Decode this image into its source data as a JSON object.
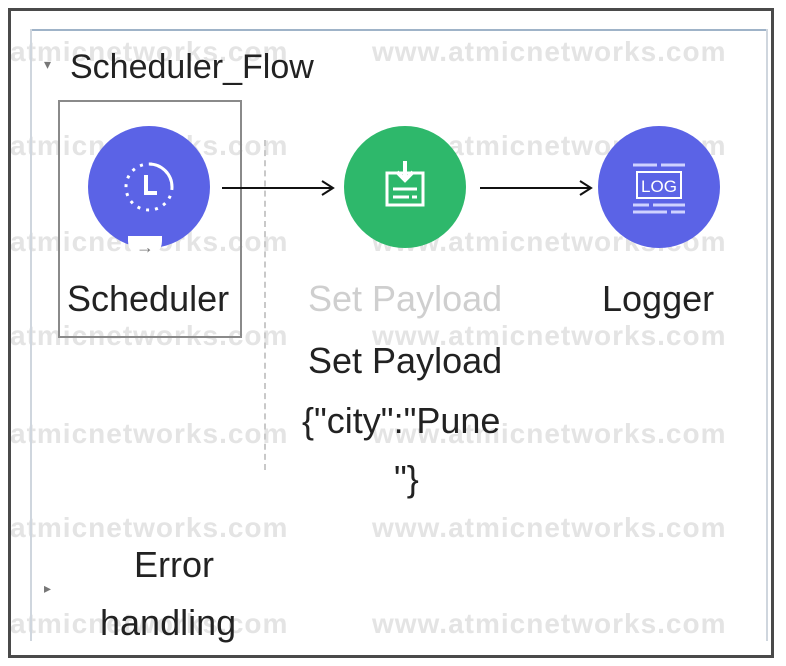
{
  "flow": {
    "title": "Scheduler_Flow"
  },
  "nodes": [
    {
      "label": "Scheduler",
      "color": "#5b63e6",
      "icon": "clock-icon"
    },
    {
      "label": "Set Payload",
      "color": "#2eb86b",
      "icon": "set-payload-icon"
    },
    {
      "label": "Logger",
      "color": "#5b63e6",
      "icon": "log-icon",
      "icon_text": "LOG"
    }
  ],
  "payload_detail": {
    "name": "Set Payload",
    "value_line1": "{\"city\":\"Pune",
    "value_line2": "\"}"
  },
  "error_handling": {
    "line1": "Error",
    "line2": "handling"
  },
  "watermark": {
    "short": "atmicnetworks.com",
    "long": "www.atmicnetworks.com"
  }
}
